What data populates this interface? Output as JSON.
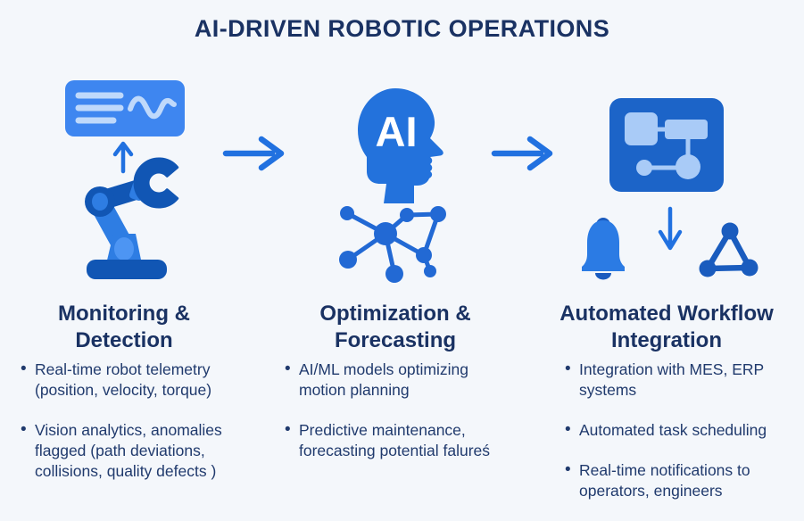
{
  "title": "AI-DRIVEN ROBOTIC OPERATIONS",
  "colors": {
    "background": "#F4F7FB",
    "title_text": "#1A3263",
    "heading_text": "#1A3263",
    "body_text": "#203A6D",
    "arrow_blue": "#2171E0",
    "blue_medium": "#2E7DE3",
    "blue_primary": "#2269D4",
    "blue_dark_panel": "#1C64C8",
    "blue_dark": "#1156B4",
    "blue_light": "#AECFF8"
  },
  "ai_head_label": "AI",
  "flow_arrows": [
    {
      "name": "monitoring-to-optimization"
    },
    {
      "name": "optimization-to-integration"
    }
  ],
  "columns": [
    {
      "heading": "Monitoring & Detection",
      "icons": [
        "telemetry-dashboard-icon",
        "arrow-up-icon",
        "robot-arm-icon"
      ],
      "bullets": [
        "Real-time robot telemetry (position, velocity, torque)",
        "Vision analytics, anomalies flagged (path deviations, collisions, quality defects )"
      ]
    },
    {
      "heading": "Optimization & Forecasting",
      "icons": [
        "ai-head-icon",
        "network-graph-icon"
      ],
      "bullets": [
        "AI/ML models optimizing motion planning",
        "Predictive maintenance, forecasting potential falureś"
      ]
    },
    {
      "heading": "Automated Workflow Integration",
      "icons": [
        "workflow-diagram-icon",
        "bell-icon",
        "arrow-down-icon",
        "triangle-network-icon"
      ],
      "bullets": [
        "Integration with MES, ERP systems",
        "Automated task scheduling",
        "Real-time notifications to operators, engineers"
      ]
    }
  ]
}
